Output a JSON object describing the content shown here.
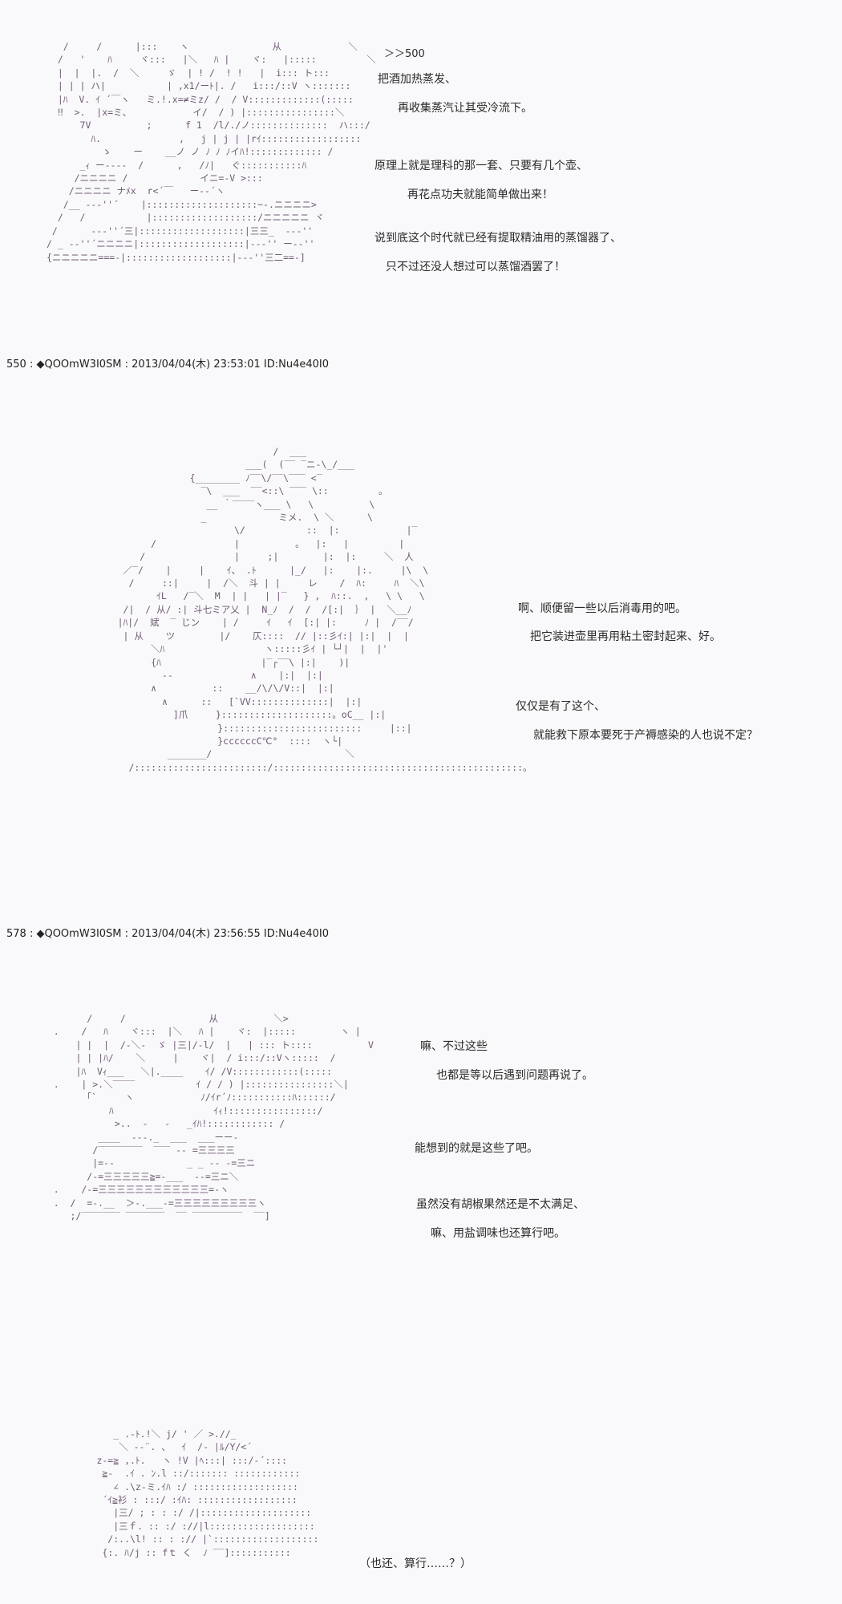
{
  "posts": [
    {
      "art": "   /     /      |:::    ヽ               从            ＼\n  /   '    ﾊ     ヾ:::   |＼   ﾊ |    ヾ:   |:::::         ＼\n  |  |  |.  /  ＼     ゞ  | ! /  ! !   |  i::: ト:::\n  | | | ハ|           | ,x1/ーﾄ|. /   i:::/::V ヽ:::::::\n  |ﾊ  V. ｲ ´￣ヽ   ミ.!.x=≠ミz/ /  / V:::::::::::::(:::::\n  ‼  >.  |x=ミ、           イ/  / ) |::::::::::::::::＼\n      7V          ;      f 1  /l/./ノ::::::::::::::  ハ:::/\n        ﾊ.              ,   j | j | |rｲ::::::::::::::::::\n          ゝ    ー    __ノ ノ ﾉ ﾉ ﾉイﾊ!::::::::::::: /\n      _ｨ ー----  /      ,   /ﾉ|   ぐ:::::::::::ﾊ\n     /ニニニニ /             イニ=-V >:::\n    /ニニニニ ナﾒx  r<´￣   ー-‐´ヽ\n   /__ ‐-‐''´    |::::::::::::::::::::~-.ニニニニ>\n  /   /           |:::::::::::::::::::/ニニニニニ ヾ\n /      ‐-‐''´三|:::::::::::::::::::|三三_  ‐-‐''\n/ _ -‐''´ニニニニ|:::::::::::::::::::|‐-‐'' ー-‐''\n{ニニニニニ===-|:::::::::::::::::::|‐-‐''三二==-]",
      "lines": [
        "＞＞500",
        "把酒加热蒸发、",
        "再收集蒸汽让其受冷流下。",
        "原理上就是理科的那一套、只要有几个壶、",
        "再花点功夫就能简单做出来！",
        "说到底这个时代就已经有提取精油用的蒸馏器了、",
        "只不过还没人想过可以蒸馏酒罢了！"
      ]
    },
    {
      "header": "550 : ◆QOOmW3I0SM : 2013/04/04(木) 23:53:01 ID:Nu4e40I0",
      "art": "                                 /  ___\n                            ___(  (‾‾ ‾ニ-\\_/___\n                  {________ ﾉ‾‾\\/‾‾\\‾‾‾ <‾\n                    ‾\\  ___  ‾‾<::\\ ‾‾‾ \\::         。\n                     __ ｀‾‾‾‾ヽ___ \\   \\          \\\n                    _             ミメ.  \\ ＼      \\\n                          \\/           ::  |:            |‾\n           /              |          。  |:   |         |\n         /                |     ;|        |:  |:     ＼  人\n      ／‾/    |     |    ｲ、 .ﾄ      |_/   |:    |:.     |\\  \\\n       /     ::|     |  /＼  斗 | |     レ    /  ﾊ:     ﾊ  ＼\\\n            ｲL   /‾＼  M  | |   | |‾   } ,  ﾊ::.  ,   \\ \\   \\\n      /|  / 从/ :| 斗七ミア乂 |  N_ﾉ  /  /  /[:|  ｝ |  ＼__ﾉ\n     |ﾊ|/  斌  ‾ じン    | /     ｲ   ｲ  [:| |:     ﾉ |  /‾‾/\n      | 从    ツ        |/    仄::::  // |::彡ｲ:| |:|  |  |\n           ＼ﾊ                  ヽ:::::彡ｲ | └┘|  |  |'\n           {ﾊ                  |‾┌‾‾\\ |:|    )|\n             --              ∧    |:|  |:|\n           ∧          ::    __/\\/\\/V::|  |:|\n             ∧      ::   [`VV::::::::::::::|  |:|\n               ]爪     }::::::::::::::::::::。oC__ |:|\n                       }:::::::::::::::::::::::::     |::|\n                       }ccccccC℃°  ::::  ヽ└|\n              _______/                        ＼\n       /::::::::::::::::::::::::/:::::::::::::::::::::::::::::::::::::::::::::。",
      "lines": [
        "啊、顺便留一些以后消毒用的吧。",
        "把它装进壶里再用粘土密封起来、好。",
        "仅仅是有了这个、",
        "就能救下原本要死于产褥感染的人也说不定？"
      ]
    },
    {
      "header": "578 : ◆QOOmW3I0SM : 2013/04/04(木) 23:56:55 ID:Nu4e40I0",
      "art": "         /     /               从          ＼>\n   .    /   ﾊ    ヾ:::  |＼   ﾊ |    ヾ:  |:::::        ヽ |\n       | |  |  /-＼-  ゞ |三|/-l/  |   | ::: ト::::          V\n       | | |ﾊ/    ＼     |    ヾ|  / i:::/::Vヽ:::::  /\n       |ﾊ  Vｨ___   ＼|.____    ｲ/ /V::::::::::::(:::::\n   .    | >.＼‾‾‾‾           ｲ / / ) |::::::::::::::::＼|\n         ｢`     ヽ            ﾉ/ｲr´ﾉ:::::::::::ﾊ::::::/\n             ﾊ                  ｲｨ!::::::::::::::::/\n              >..  -   -   _ｲﾊ!:::::::::::: /\n           ____  ‐-‐._  ___  ___ーー‐\n          /‾‾‾‾‾‾‾‾  ‾‾‾ -- =三三三三\n          |=--             _ _ ‐- ‐=三ニ\n         /-=三三三三三≧=-___  ‐-=三ニ＼\n   .    /-=三三三三三三三三三三三三=-ヽ\n   .  /  =-.__  ＞-.___-=三三三三三三三三三ヽ\n      ;/‾‾‾‾‾‾‾ ‾‾‾‾‾‾‾  ‾‾ ‾‾‾‾‾‾‾‾‾  ‾‾]",
      "lines": [
        "嘛、不过这些",
        "也都是等以后遇到问题再说了。",
        "能想到的就是这些了吧。",
        "虽然没有胡椒果然还是不太满足、",
        "嘛、用盐调味也还算行吧。"
      ]
    },
    {
      "art": "          _ .‐ﾄ.!＼ j/ ' ／ >.//_\n           ＼ ‐-¨. 、  ｲ  /- |ﾙ/Y/<´\n       z-=≧ ,.ﾄ.   ヽ !V |ﾍ:::| :::/-´::::\n        ≧-  .ｲ . ﾝ.l ::/::::::: ::::::::::::\n          ∠ .\\z-ミ.ｲﾊ :/ :::::::::::::::::::\n        ´ｲ≧衫 : :::/ :ｲﾊ: ::::::::::::::::::\n          |三/ ; : : :/ /|::::::::::::::::::::\n          |三ｆ. :: :/ ://|l:::::::::::::::::::\n         /:..\\l! :: : :// |`:::::::::::::::::::\n        {:. ﾊ/j :: fｔ く  ﾉ ‾‾]:::::::::::",
      "lines": [
        "（也还、算行……？）"
      ]
    }
  ]
}
